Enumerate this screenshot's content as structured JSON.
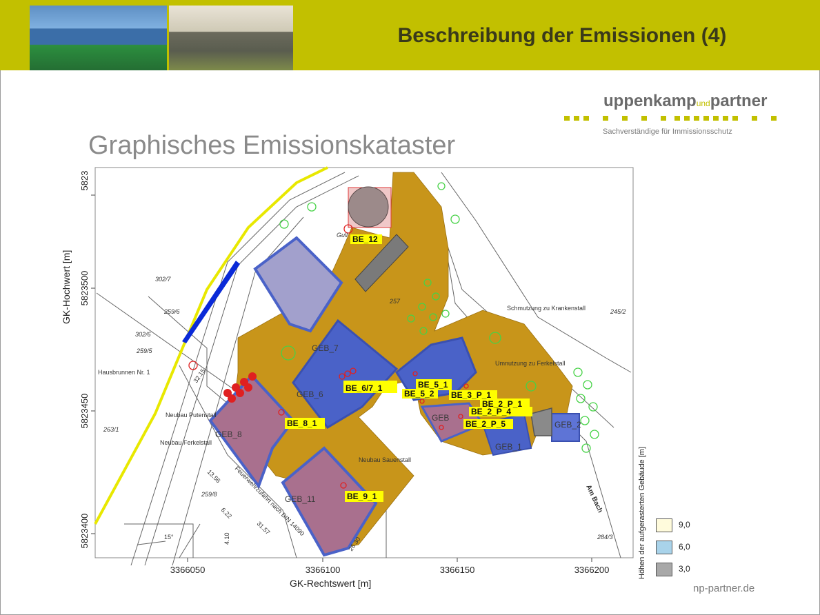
{
  "header": {
    "title": "Beschreibung der Emissionen (4)",
    "brand_color": "#c2c000"
  },
  "logo": {
    "name_part1": "uppenkamp",
    "name_part2": "und",
    "name_part3": "partner",
    "tagline": "Sachverständige für Immissionsschutz"
  },
  "slide": {
    "subtitle": "Graphisches Emissionskataster",
    "footer_url": "np-partner.de"
  },
  "map": {
    "x_axis_label": "GK-Rechtswert [m]",
    "y_axis_label": "GK-Hochwert [m]",
    "x_ticks": [
      "3366050",
      "3366100",
      "3366150",
      "3366200"
    ],
    "y_ticks": [
      "5823",
      "5823500",
      "5823450",
      "5823400"
    ],
    "building_labels": [
      "GEB_7",
      "GEB_6",
      "GEB_8",
      "GEB_11",
      "GEB_1",
      "GEB_2",
      "GEB"
    ],
    "source_labels": [
      "BE_12",
      "BE_6/7_1",
      "BE_5_1",
      "BE_5_2",
      "BE_3_P_1",
      "BE_2_P_1",
      "BE_8_1",
      "BE_9_1",
      "BE_2_P_4",
      "BE_2_P_5"
    ],
    "map_texts": [
      "Gull",
      "257",
      "245/2",
      "Schmutzung zu Krankenstall",
      "Umnutzung zu Ferkelstall",
      "Neubau Putenstall",
      "Neubau Ferkelstall",
      "Neubau Sauenstall",
      "Am Bach",
      "302/7",
      "259/6",
      "302/6",
      "259/5",
      "263/1",
      "259/8",
      "284/3",
      "Hausbrunnen Nr. 1",
      "32.15",
      "Feuerwehrzufahrt nach DIN 14090",
      "13.56",
      "6.22",
      "15°",
      "4.10",
      "31.57",
      "26.30"
    ]
  },
  "legend": {
    "title": "Höhen der aufgerasterten Gebäude [m]",
    "items": [
      {
        "label": "9,0",
        "color": "#fffbdc"
      },
      {
        "label": "6,0",
        "color": "#a9d3ea"
      },
      {
        "label": "3,0",
        "color": "#a8a8a8"
      }
    ]
  },
  "colors": {
    "paved_area": "#c8951a",
    "building_blue": "#4a62c8",
    "building_mauve": "#a9708e",
    "label_yellow": "#ffff00",
    "source_red": "#e02020",
    "road_yellow": "#e8e800"
  }
}
